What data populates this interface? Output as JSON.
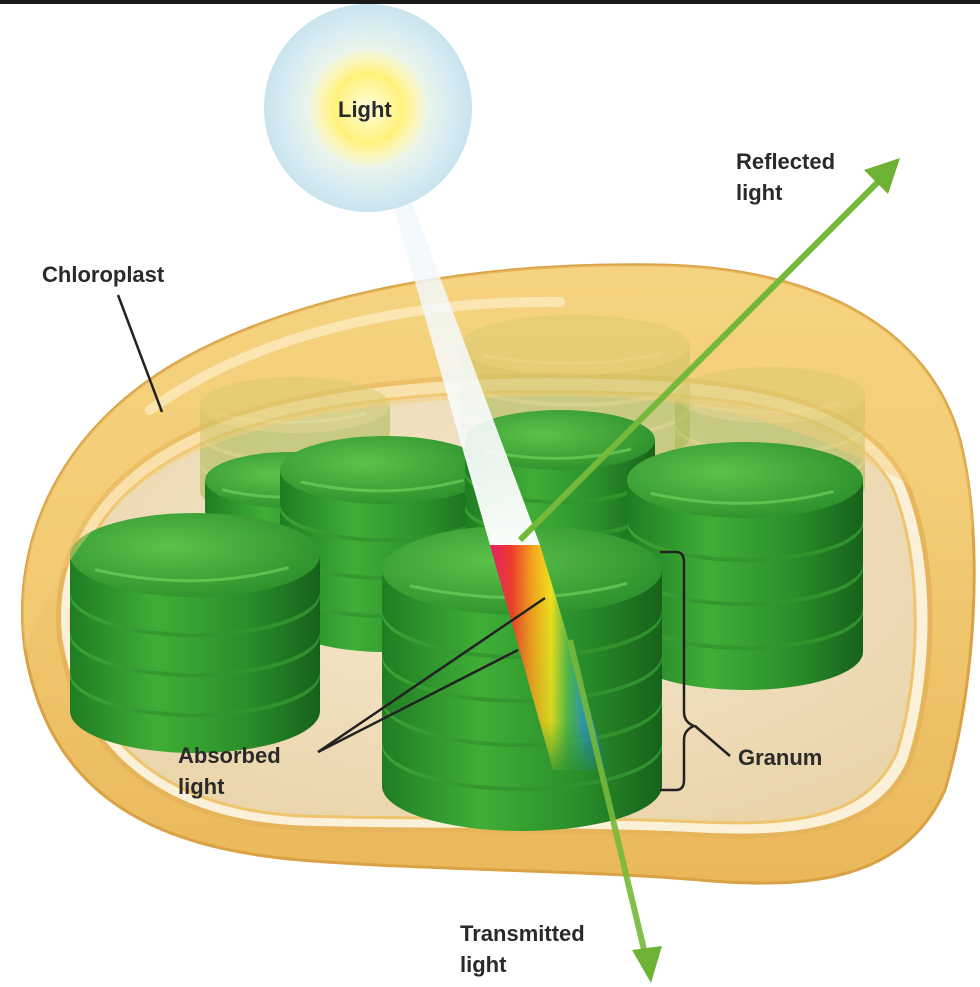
{
  "labels": {
    "light": "Light",
    "reflected_line1": "Reflected",
    "reflected_line2": "light",
    "chloroplast": "Chloroplast",
    "absorbed_line1": "Absorbed",
    "absorbed_line2": "light",
    "granum": "Granum",
    "transmitted_line1": "Transmitted",
    "transmitted_line2": "light"
  },
  "colors": {
    "membrane": "#f2c970",
    "stroma": "#f3e3c4",
    "thylakoid": "#2f9a2f",
    "thylakoid_dark": "#1b6e1d",
    "arrow": "#73b83a",
    "sun": "#fff38a"
  }
}
